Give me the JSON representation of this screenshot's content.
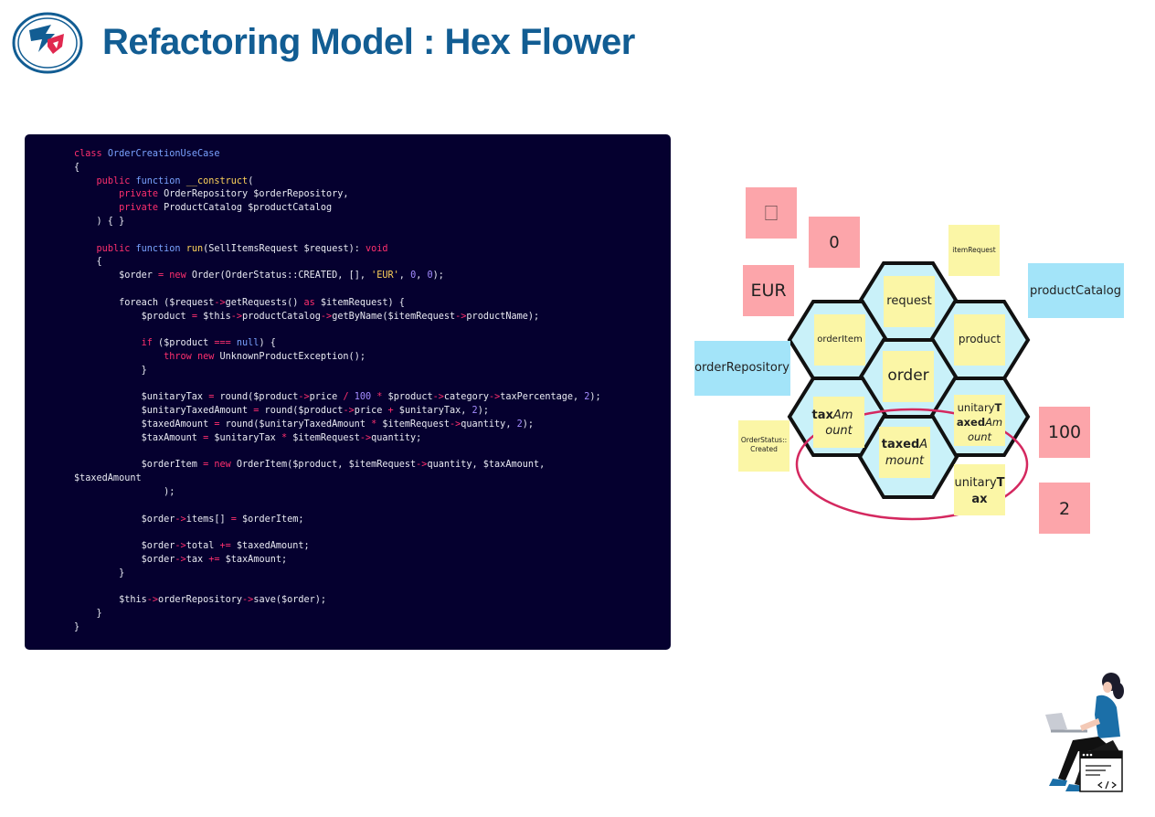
{
  "header": {
    "title": "Refactoring Model : Hex Flower"
  },
  "code": {
    "lines": [
      [
        [
          "kw",
          "class"
        ],
        [
          "p",
          " "
        ],
        [
          "ty",
          "OrderCreationUseCase"
        ]
      ],
      [
        [
          "p",
          "{"
        ]
      ],
      [
        [
          "p",
          "    "
        ],
        [
          "kw",
          "public"
        ],
        [
          "p",
          " "
        ],
        [
          "ty",
          "function"
        ],
        [
          "p",
          " "
        ],
        [
          "fn",
          "__construct"
        ],
        [
          "p",
          "("
        ]
      ],
      [
        [
          "p",
          "        "
        ],
        [
          "kw",
          "private"
        ],
        [
          "p",
          " OrderRepository $orderRepository,"
        ]
      ],
      [
        [
          "p",
          "        "
        ],
        [
          "kw",
          "private"
        ],
        [
          "p",
          " ProductCatalog $productCatalog"
        ]
      ],
      [
        [
          "p",
          "    ) { }"
        ]
      ],
      [],
      [
        [
          "p",
          "    "
        ],
        [
          "kw",
          "public"
        ],
        [
          "p",
          " "
        ],
        [
          "ty",
          "function"
        ],
        [
          "p",
          " "
        ],
        [
          "fn",
          "run"
        ],
        [
          "p",
          "(SellItemsRequest $request): "
        ],
        [
          "kw",
          "void"
        ]
      ],
      [
        [
          "p",
          "    {"
        ]
      ],
      [
        [
          "p",
          "        $order "
        ],
        [
          "kw",
          "="
        ],
        [
          "p",
          " "
        ],
        [
          "kw",
          "new"
        ],
        [
          "p",
          " Order(OrderStatus::CREATED, [], "
        ],
        [
          "str",
          "'EUR'"
        ],
        [
          "p",
          ", "
        ],
        [
          "num",
          "0"
        ],
        [
          "p",
          ", "
        ],
        [
          "num",
          "0"
        ],
        [
          "p",
          ");"
        ]
      ],
      [],
      [
        [
          "p",
          "        foreach ($request"
        ],
        [
          "kw",
          "->"
        ],
        [
          "p",
          "getRequests() "
        ],
        [
          "kw",
          "as"
        ],
        [
          "p",
          " $itemRequest) {"
        ]
      ],
      [
        [
          "p",
          "            $product "
        ],
        [
          "kw",
          "="
        ],
        [
          "p",
          " $this"
        ],
        [
          "kw",
          "->"
        ],
        [
          "p",
          "productCatalog"
        ],
        [
          "kw",
          "->"
        ],
        [
          "p",
          "getByName($itemRequest"
        ],
        [
          "kw",
          "->"
        ],
        [
          "p",
          "productName);"
        ]
      ],
      [],
      [
        [
          "p",
          "            "
        ],
        [
          "kw",
          "if"
        ],
        [
          "p",
          " ($product "
        ],
        [
          "kw",
          "==="
        ],
        [
          "p",
          " "
        ],
        [
          "ty",
          "null"
        ],
        [
          "p",
          ") {"
        ]
      ],
      [
        [
          "p",
          "                "
        ],
        [
          "kw",
          "throw"
        ],
        [
          "p",
          " "
        ],
        [
          "kw",
          "new"
        ],
        [
          "p",
          " UnknownProductException();"
        ]
      ],
      [
        [
          "p",
          "            }"
        ]
      ],
      [],
      [
        [
          "p",
          "            $unitaryTax "
        ],
        [
          "kw",
          "="
        ],
        [
          "p",
          " round($product"
        ],
        [
          "kw",
          "->"
        ],
        [
          "p",
          "price "
        ],
        [
          "kw",
          "/"
        ],
        [
          "p",
          " "
        ],
        [
          "num",
          "100"
        ],
        [
          "p",
          " "
        ],
        [
          "kw",
          "*"
        ],
        [
          "p",
          " $product"
        ],
        [
          "kw",
          "->"
        ],
        [
          "p",
          "category"
        ],
        [
          "kw",
          "->"
        ],
        [
          "p",
          "taxPercentage, "
        ],
        [
          "num",
          "2"
        ],
        [
          "p",
          ");"
        ]
      ],
      [
        [
          "p",
          "            $unitaryTaxedAmount "
        ],
        [
          "kw",
          "="
        ],
        [
          "p",
          " round($product"
        ],
        [
          "kw",
          "->"
        ],
        [
          "p",
          "price "
        ],
        [
          "kw",
          "+"
        ],
        [
          "p",
          " $unitaryTax, "
        ],
        [
          "num",
          "2"
        ],
        [
          "p",
          ");"
        ]
      ],
      [
        [
          "p",
          "            $taxedAmount "
        ],
        [
          "kw",
          "="
        ],
        [
          "p",
          " round($unitaryTaxedAmount "
        ],
        [
          "kw",
          "*"
        ],
        [
          "p",
          " $itemRequest"
        ],
        [
          "kw",
          "->"
        ],
        [
          "p",
          "quantity, "
        ],
        [
          "num",
          "2"
        ],
        [
          "p",
          ");"
        ]
      ],
      [
        [
          "p",
          "            $taxAmount "
        ],
        [
          "kw",
          "="
        ],
        [
          "p",
          " $unitaryTax "
        ],
        [
          "kw",
          "*"
        ],
        [
          "p",
          " $itemRequest"
        ],
        [
          "kw",
          "->"
        ],
        [
          "p",
          "quantity;"
        ]
      ],
      [],
      [
        [
          "p",
          "            $orderItem "
        ],
        [
          "kw",
          "="
        ],
        [
          "p",
          " "
        ],
        [
          "kw",
          "new"
        ],
        [
          "p",
          " OrderItem($product, $itemRequest"
        ],
        [
          "kw",
          "->"
        ],
        [
          "p",
          "quantity, $taxAmount,"
        ]
      ],
      [
        [
          "p",
          "$taxedAmount"
        ]
      ],
      [
        [
          "p",
          "                );"
        ]
      ],
      [],
      [
        [
          "p",
          "            $order"
        ],
        [
          "kw",
          "->"
        ],
        [
          "p",
          "items[] "
        ],
        [
          "kw",
          "="
        ],
        [
          "p",
          " $orderItem;"
        ]
      ],
      [],
      [
        [
          "p",
          "            $order"
        ],
        [
          "kw",
          "->"
        ],
        [
          "p",
          "total "
        ],
        [
          "kw",
          "+="
        ],
        [
          "p",
          " $taxedAmount;"
        ]
      ],
      [
        [
          "p",
          "            $order"
        ],
        [
          "kw",
          "->"
        ],
        [
          "p",
          "tax "
        ],
        [
          "kw",
          "+="
        ],
        [
          "p",
          " $taxAmount;"
        ]
      ],
      [
        [
          "p",
          "        }"
        ]
      ],
      [],
      [
        [
          "p",
          "        $this"
        ],
        [
          "kw",
          "->"
        ],
        [
          "p",
          "orderRepository"
        ],
        [
          "kw",
          "->"
        ],
        [
          "p",
          "save($order);"
        ]
      ],
      [
        [
          "p",
          "    }"
        ]
      ],
      [
        [
          "p",
          "}"
        ]
      ]
    ]
  },
  "hex_flower": {
    "hexes": [
      "request",
      "orderItem",
      "product",
      "order",
      "taxAmount",
      "unitaryTaxedAmount",
      "taxedAmount"
    ],
    "inner_notes": {
      "request": "request",
      "orderItem": "orderItem",
      "product": "product",
      "order": "order",
      "taxAmount": [
        "tax",
        "Am",
        "ount"
      ],
      "unitaryTaxedAmount": [
        "unitary",
        "T",
        "axed",
        "Am",
        "ount"
      ],
      "taxedAmount": [
        "taxed",
        "A",
        "mount"
      ],
      "unitaryTax": [
        "unitary",
        "T",
        "ax"
      ]
    },
    "constants": [
      "🗌",
      "0",
      "EUR",
      "100",
      "2"
    ],
    "dependencies": [
      "productCatalog",
      "orderRepository"
    ],
    "other_notes": [
      "itemRequest",
      "OrderStatus::",
      "Created"
    ],
    "colors": {
      "hex_fill": "#c9f1f9",
      "hex_stroke": "#111111",
      "yellow_note": "#fbf6a6",
      "pink_note": "#fca5aa",
      "blue_note": "#a3e4f9",
      "ellipse": "#d4285f"
    }
  }
}
